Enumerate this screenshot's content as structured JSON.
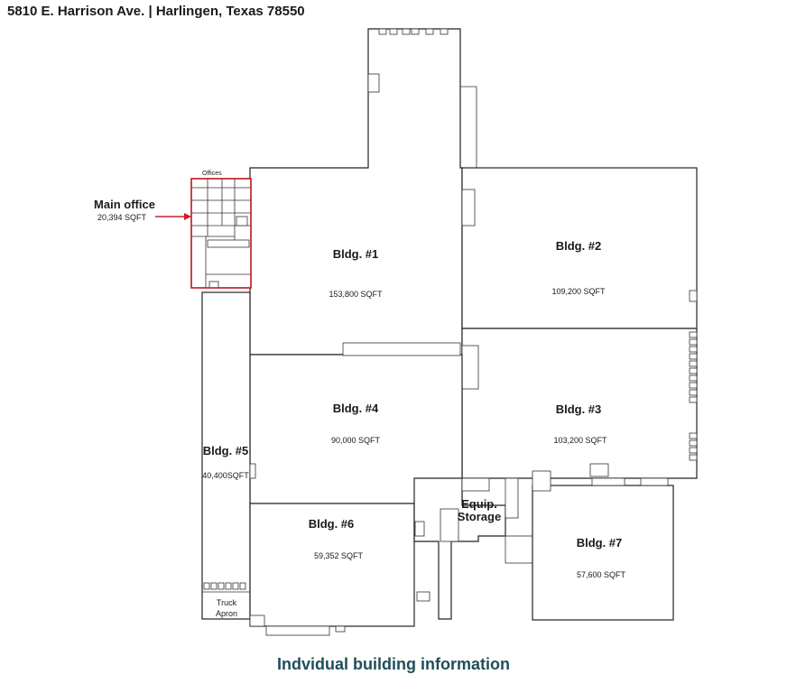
{
  "header": {
    "address": "5810 E. Harrison Ave. | Harlingen, Texas 78550"
  },
  "caption": "Indvidual building information",
  "colors": {
    "caption": "#1f4e5a",
    "office_outline": "#c8202a",
    "arrow": "#c8202a"
  },
  "main_office": {
    "title": "Main office",
    "sqft": "20,394 SQFT",
    "offices_label": "Offices"
  },
  "buildings": [
    {
      "name": "Bldg. #1",
      "sqft": "153,800 SQFT"
    },
    {
      "name": "Bldg. #2",
      "sqft": "109,200 SQFT"
    },
    {
      "name": "Bldg. #3",
      "sqft": "103,200 SQFT"
    },
    {
      "name": "Bldg. #4",
      "sqft": "90,000 SQFT"
    },
    {
      "name": "Bldg. #5",
      "sqft": "40,400SQFT"
    },
    {
      "name": "Bldg. #6",
      "sqft": "59,352 SQFT"
    },
    {
      "name": "Bldg. #7",
      "sqft": "57,600 SQFT"
    }
  ],
  "equip_storage": {
    "line1": "Equip.",
    "line2": "Storage"
  },
  "truck_apron": {
    "line1": "Truck",
    "line2": "Apron"
  }
}
